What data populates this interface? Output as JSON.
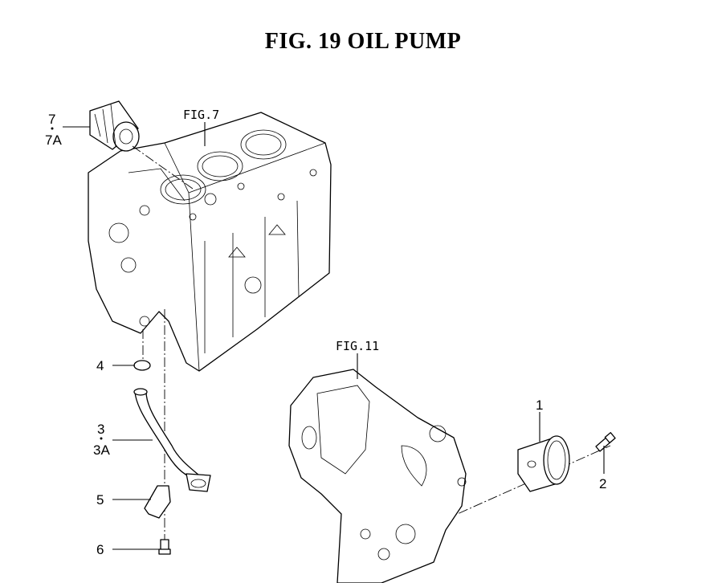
{
  "title": "FIG. 19  OIL PUMP",
  "references": {
    "fig7": "FIG.7",
    "fig11": "FIG.11"
  },
  "callouts": [
    {
      "id": "7",
      "label": "7",
      "alt": "7A"
    },
    {
      "id": "4",
      "label": "4"
    },
    {
      "id": "3",
      "label": "3",
      "alt": "3A"
    },
    {
      "id": "5",
      "label": "5"
    },
    {
      "id": "6",
      "label": "6"
    },
    {
      "id": "1",
      "label": "1"
    },
    {
      "id": "2",
      "label": "2"
    }
  ],
  "colors": {
    "ink": "#000000",
    "paper": "#ffffff"
  }
}
